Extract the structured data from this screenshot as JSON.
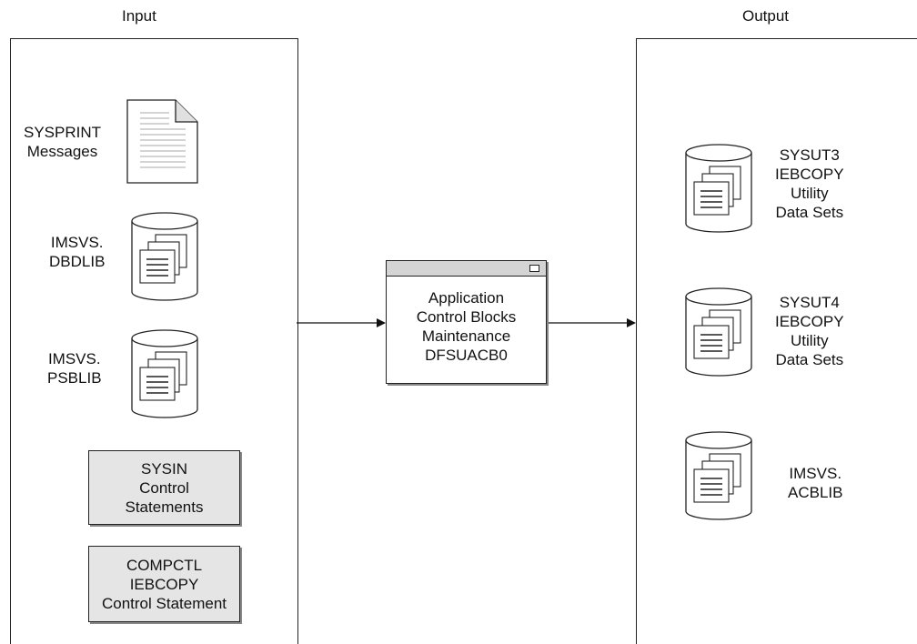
{
  "headers": {
    "input": "Input",
    "output": "Output"
  },
  "input": {
    "sysprint": {
      "line1": "SYSPRINT",
      "line2": "Messages",
      "icon": "document-icon"
    },
    "dbdlib": {
      "line1": "IMSVS.",
      "line2": "DBDLIB",
      "icon": "dataset-icon"
    },
    "psblib": {
      "line1": "IMSVS.",
      "line2": "PSBLIB",
      "icon": "dataset-icon"
    },
    "sysin": {
      "line1": "SYSIN",
      "line2": "Control",
      "line3": "Statements"
    },
    "compctl": {
      "line1": "COMPCTL",
      "line2": "IEBCOPY",
      "line3": "Control Statement"
    }
  },
  "program": {
    "line1": "Application",
    "line2": "Control Blocks",
    "line3": "Maintenance",
    "line4": "DFSUACB0"
  },
  "output": {
    "sysut3": {
      "line1": "SYSUT3",
      "line2": "IEBCOPY",
      "line3": "Utility",
      "line4": "Data Sets",
      "icon": "dataset-icon"
    },
    "sysut4": {
      "line1": "SYSUT4",
      "line2": "IEBCOPY",
      "line3": "Utility",
      "line4": "Data Sets",
      "icon": "dataset-icon"
    },
    "acblib": {
      "line1": "IMSVS.",
      "line2": "ACBLIB",
      "icon": "dataset-icon"
    }
  }
}
